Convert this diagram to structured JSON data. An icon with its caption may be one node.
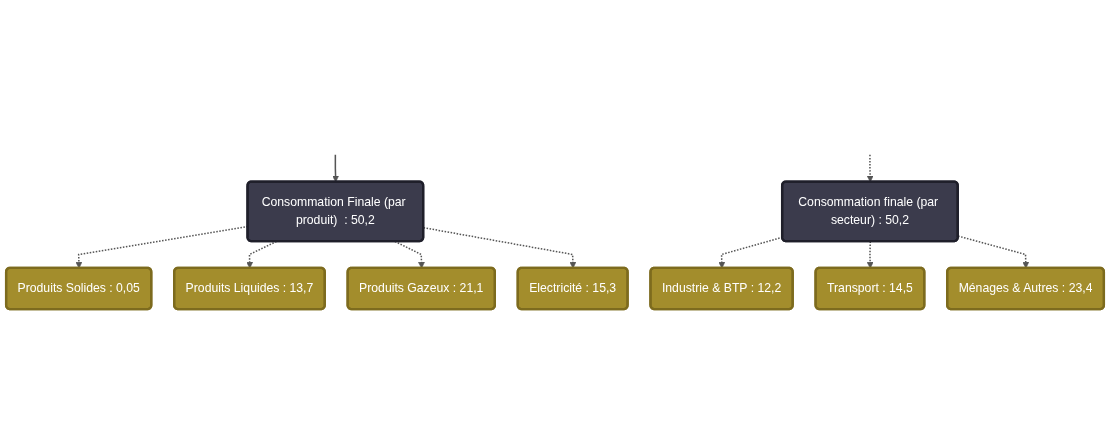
{
  "diagram": {
    "nodes": [
      {
        "text": [
          "Consommation Finale (par produit)  : 50,2"
        ]
      },
      {
        "text": [
          "Produits Solides : 0,05"
        ]
      },
      {
        "text": [
          "Produits Liquides : 13,7"
        ]
      },
      {
        "text": [
          "Produits Gazeux : 21,1"
        ]
      },
      {
        "text": [
          "Electricité : 15,3"
        ]
      },
      {
        "text": [
          "Consommation finale (par secteur) : 50,2"
        ]
      },
      {
        "text": [
          "Industrie & BTP : 12,2"
        ]
      },
      {
        "text": [
          "Transport : 14,5"
        ]
      },
      {
        "text": [
          "Ménages & Autres : 23,4"
        ]
      }
    ],
    "edges": [
      {
        "from": null,
        "to": 0,
        "arrow": "to"
      },
      {
        "from": 0,
        "to": 1,
        "arrow": "to",
        "style": "dashed"
      },
      {
        "from": 0,
        "to": 2,
        "arrow": "to",
        "style": "dashed"
      },
      {
        "from": 0,
        "to": 3,
        "arrow": "to",
        "style": "dashed"
      },
      {
        "from": 0,
        "to": 4,
        "arrow": "to",
        "style": "dashed"
      },
      {
        "from": null,
        "to": 5,
        "arrow": "to",
        "style": "dashed"
      },
      {
        "from": 5,
        "to": 6,
        "arrow": "to",
        "style": "dashed"
      },
      {
        "from": 5,
        "to": 7,
        "arrow": "to",
        "style": "dashed"
      },
      {
        "from": 5,
        "to": 8,
        "arrow": "to",
        "style": "dashed"
      }
    ]
  }
}
